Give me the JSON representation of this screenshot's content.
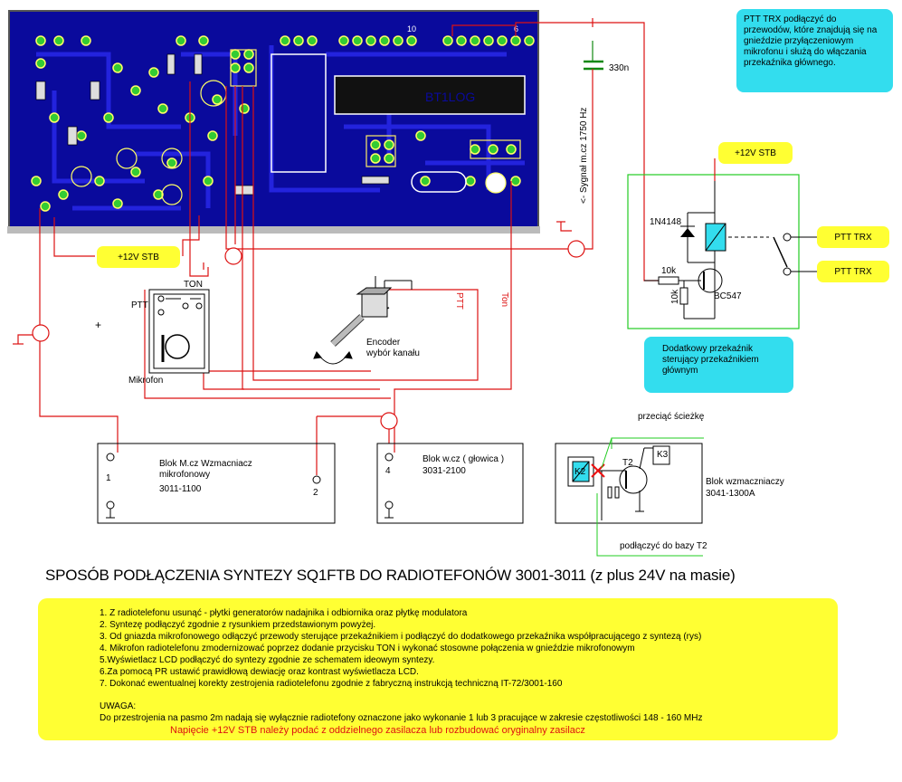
{
  "pcb": {
    "pin_label_10": "10",
    "pin_label_6": "6",
    "chip_text": "BT1LOG"
  },
  "capacitor": {
    "value": "330n"
  },
  "signal_label": "<- Sygnał m.cz 1750 Hz",
  "ptt_wire_label": "PTT",
  "ton_wire_label": "Ton",
  "supply_label_left": "+12V STB",
  "supply_label_right": "+12V STB",
  "ptt_trx_1": "PTT TRX",
  "ptt_trx_2": "PTT TRX",
  "info_top": "PTT TRX podłączyć do przewodów, które znajdują się na gnieździe przyłączeniowym mikrofonu i służą do włączania przekaźnika głównego.",
  "info_relay": "Dodatkowy przekaźnik sterujący przekaźnikiem głównym",
  "relay_circuit": {
    "diode": "1N4148",
    "resistor_1": "10k",
    "resistor_2": "10k",
    "transistor": "BC547"
  },
  "mic": {
    "ptt": "PTT",
    "ton": "TON",
    "label": "Mikrofon"
  },
  "encoder": {
    "line1": "Encoder",
    "line2": "wybór kanału"
  },
  "block_mcz": {
    "title": "Blok M.cz  Wzmacniacz",
    "line2": "mikrofonowy",
    "code": "3011-1100",
    "pin1": "1",
    "pin2": "2"
  },
  "block_wcz": {
    "title": "Blok w.cz ( głowica )",
    "code": "3031-2100",
    "pin4": "4"
  },
  "block_amp": {
    "title": "Blok wzmaczniaczy",
    "code": "3041-1300A",
    "k2": "K2",
    "k3": "K3",
    "t2": "T2"
  },
  "cut_label": "przeciąć ścieżkę",
  "base_label": "podłączyć do bazy T2",
  "main_title": "SPOSÓB PODŁĄCZENIA SYNTEZY SQ1FTB DO RADIOTEFONÓW 3001-3011 (z plus 24V na masie)",
  "instructions": [
    "1. Z radiotelefonu usunąć - płytki generatorów nadajnika i odbiornika oraz płytkę modulatora",
    "2. Syntezę podłączyć zgodnie z rysunkiem przedstawionym powyżej.",
    "3. Od gniazda mikrofonowego odłączyć przewody sterujące przekaźnikiem i podłączyć do dodatkowego przekaźnika współpracującego z syntezą (rys)",
    "4. Mikrofon radiotelefonu zmodernizować poprzez dodanie przycisku TON i wykonać stosowne połączenia w gnieździe mikrofonowym",
    "5.Wyświetlacz LCD podłączyć do syntezy zgodnie ze schematem ideowym syntezy.",
    "6.Za pomocą PR ustawić prawidłową dewiację oraz kontrast wyświetlacza LCD.",
    "7. Dokonać ewentualnej korekty zestrojenia radiotelefonu zgodnie z fabryczną instrukcją techniczną IT-72/3001-160"
  ],
  "warning_heading": "UWAGA:",
  "warning_text": "Do przestrojenia na pasmo 2m nadają się wyłącznie radiotefony oznaczone jako wykonanie 1 lub 3 pracujące w zakresie częstotliwości 148 - 160 MHz",
  "warning_red": "Napięcie +12V STB należy podać z oddzielnego zasilacza lub rozbudować oryginalny zasilacz",
  "colors": {
    "pcb_blue": "#0a0a9c",
    "wire_red": "#dd1111",
    "label_yellow": "#ffff33",
    "info_cyan": "#33ddee",
    "relay_green": "#22cc22"
  }
}
